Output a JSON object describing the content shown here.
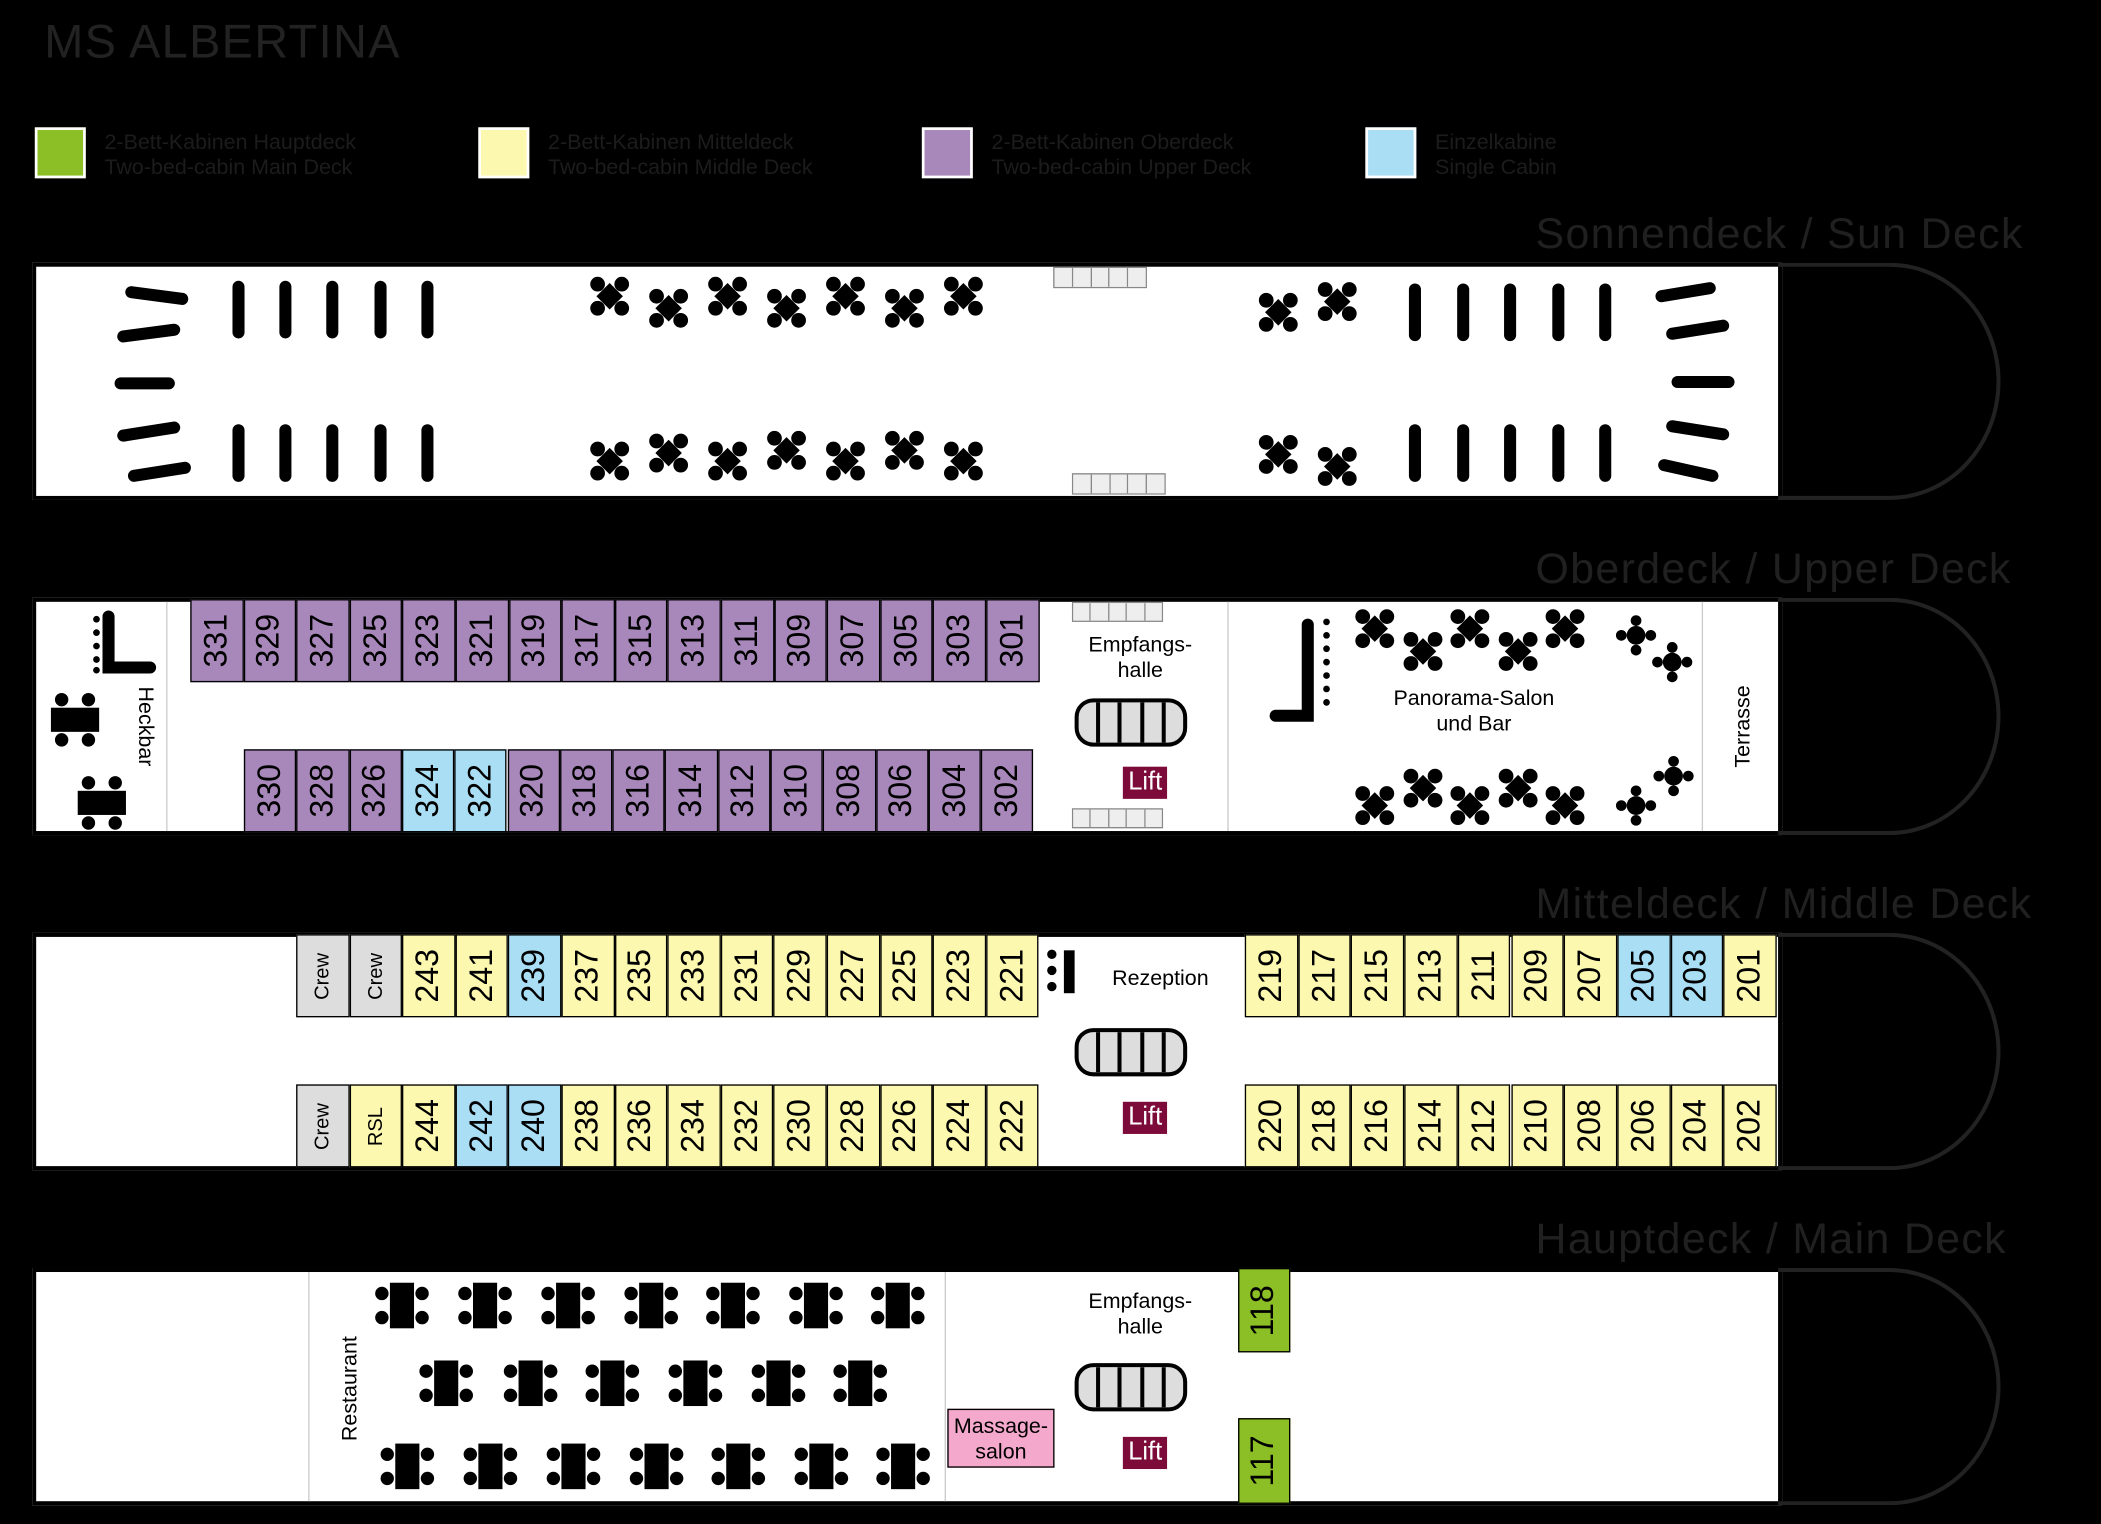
{
  "title": "MS ALBERTINA",
  "colors": {
    "main_deck": "#8cbf26",
    "middle_deck": "#fcf8b0",
    "upper_deck": "#a888bb",
    "single": "#a9def5",
    "crew": "#dddddd",
    "lift": "#7d0b3a",
    "massage": "#f3a8cc"
  },
  "legend": [
    {
      "color": "#8cbf26",
      "line1": "2-Bett-Kabinen Hauptdeck",
      "line2": "Two-bed-cabin Main Deck"
    },
    {
      "color": "#fcf8b0",
      "line1": "2-Bett-Kabinen Mitteldeck",
      "line2": "Two-bed-cabin Middle Deck"
    },
    {
      "color": "#a888bb",
      "line1": "2-Bett-Kabinen Oberdeck",
      "line2": "Two-bed-cabin Upper Deck"
    },
    {
      "color": "#a9def5",
      "line1": "Einzelkabine",
      "line2": "Single Cabin"
    }
  ],
  "decks": {
    "sun": {
      "label": "Sonnendeck / Sun Deck"
    },
    "upper": {
      "label": "Oberdeck / Upper Deck",
      "heckbar": "Heckbar",
      "reception_hall": [
        "Empfangs-",
        "halle"
      ],
      "lift": "Lift",
      "salon": [
        "Panorama-Salon",
        "und Bar"
      ],
      "terrace": "Terrasse",
      "top_row": [
        "331",
        "329",
        "327",
        "325",
        "323",
        "321",
        "319",
        "317",
        "315",
        "313",
        "311",
        "309",
        "307",
        "305",
        "303",
        "301"
      ],
      "top_types": [
        "u",
        "u",
        "u",
        "u",
        "u",
        "u",
        "u",
        "u",
        "u",
        "u",
        "u",
        "u",
        "u",
        "u",
        "u",
        "u"
      ],
      "bottom_row": [
        "330",
        "328",
        "326",
        "324",
        "322",
        "320",
        "318",
        "316",
        "314",
        "312",
        "310",
        "308",
        "306",
        "304",
        "302"
      ],
      "bottom_types": [
        "u",
        "u",
        "u",
        "s",
        "s",
        "u",
        "u",
        "u",
        "u",
        "u",
        "u",
        "u",
        "u",
        "u",
        "u"
      ]
    },
    "middle": {
      "label": "Mitteldeck / Middle Deck",
      "reception": "Rezeption",
      "lift": "Lift",
      "aft_top": [
        "Crew",
        "Crew",
        "243",
        "241",
        "239",
        "237",
        "235",
        "233",
        "231",
        "229",
        "227",
        "225",
        "223",
        "221"
      ],
      "aft_top_types": [
        "c",
        "c",
        "m",
        "m",
        "s",
        "m",
        "m",
        "m",
        "m",
        "m",
        "m",
        "m",
        "m",
        "m"
      ],
      "aft_bottom": [
        "Crew",
        "RSL",
        "244",
        "242",
        "240",
        "238",
        "236",
        "234",
        "232",
        "230",
        "228",
        "226",
        "224",
        "222"
      ],
      "aft_bottom_types": [
        "c",
        "m",
        "m",
        "s",
        "s",
        "m",
        "m",
        "m",
        "m",
        "m",
        "m",
        "m",
        "m",
        "m"
      ],
      "fwd_top": [
        "219",
        "217",
        "215",
        "213",
        "211",
        "209",
        "207",
        "205",
        "203",
        "201"
      ],
      "fwd_top_types": [
        "m",
        "m",
        "m",
        "m",
        "m",
        "m",
        "m",
        "s",
        "s",
        "m"
      ],
      "fwd_bottom": [
        "220",
        "218",
        "216",
        "214",
        "212",
        "210",
        "208",
        "206",
        "204",
        "202"
      ],
      "fwd_bottom_types": [
        "m",
        "m",
        "m",
        "m",
        "m",
        "m",
        "m",
        "m",
        "m",
        "m"
      ]
    },
    "main": {
      "label": "Hauptdeck / Main Deck",
      "restaurant": "Restaurant",
      "reception_hall": [
        "Empfangs-",
        "halle"
      ],
      "massage": [
        "Massage-",
        "salon"
      ],
      "lift": "Lift",
      "cabins": [
        "118",
        "117"
      ]
    }
  }
}
